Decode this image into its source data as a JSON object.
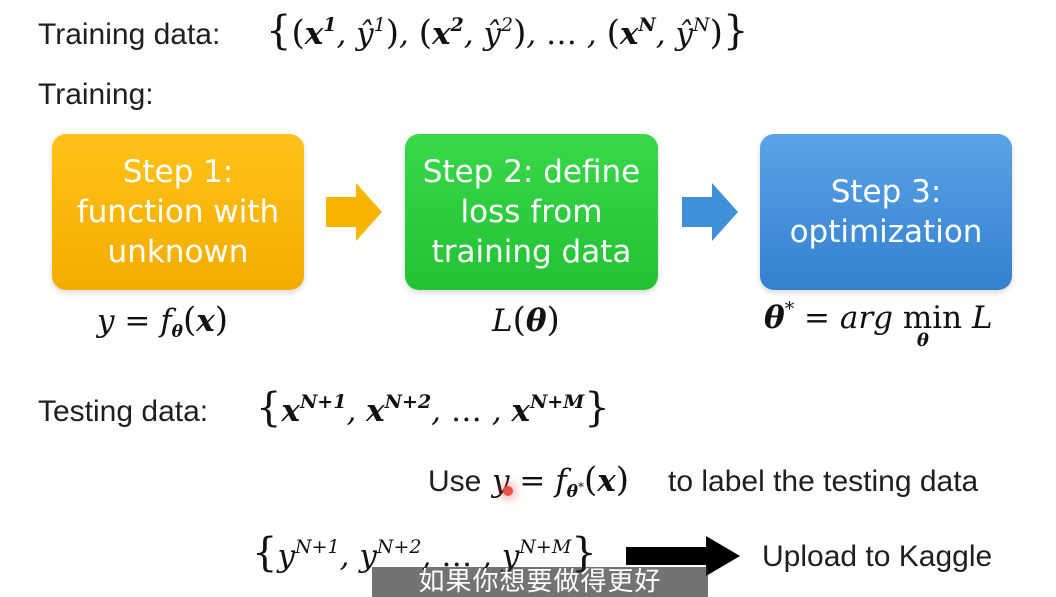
{
  "training_data": {
    "label": "Training data:",
    "items": [
      {
        "x": "x",
        "x_sup": "1",
        "y_sup": "1"
      },
      {
        "x": "x",
        "x_sup": "2",
        "y_sup": "2"
      },
      {
        "x": "x",
        "x_sup": "N",
        "y_sup": "N"
      }
    ],
    "ellipsis": "…"
  },
  "training_label": "Training:",
  "steps": [
    {
      "lines": [
        "Step 1:",
        "function with",
        "unknown"
      ],
      "color": "#f7b500",
      "formula": "y = fθ(x)"
    },
    {
      "lines": [
        "Step 2: define",
        "loss from",
        "training data"
      ],
      "color": "#2ecc40",
      "formula": "L(θ)"
    },
    {
      "lines": [
        "Step 3:",
        "optimization"
      ],
      "color": "#3f8fd9",
      "formula": "θ* = arg min L"
    }
  ],
  "testing_data": {
    "label": "Testing data:",
    "sups": [
      "N+1",
      "N+2",
      "N+M"
    ],
    "ellipsis": "…"
  },
  "use_text": {
    "prefix": "Use",
    "suffix": "to label the testing data"
  },
  "output": {
    "sups": [
      "N+1",
      "N+2",
      "N+M"
    ],
    "upload_label": "Upload to Kaggle"
  },
  "subtitle": "如果你想要做得更好",
  "colors": {
    "arrow_orange": "#f7b500",
    "arrow_blue": "#3f8fd9",
    "arrow_black": "#000000"
  }
}
